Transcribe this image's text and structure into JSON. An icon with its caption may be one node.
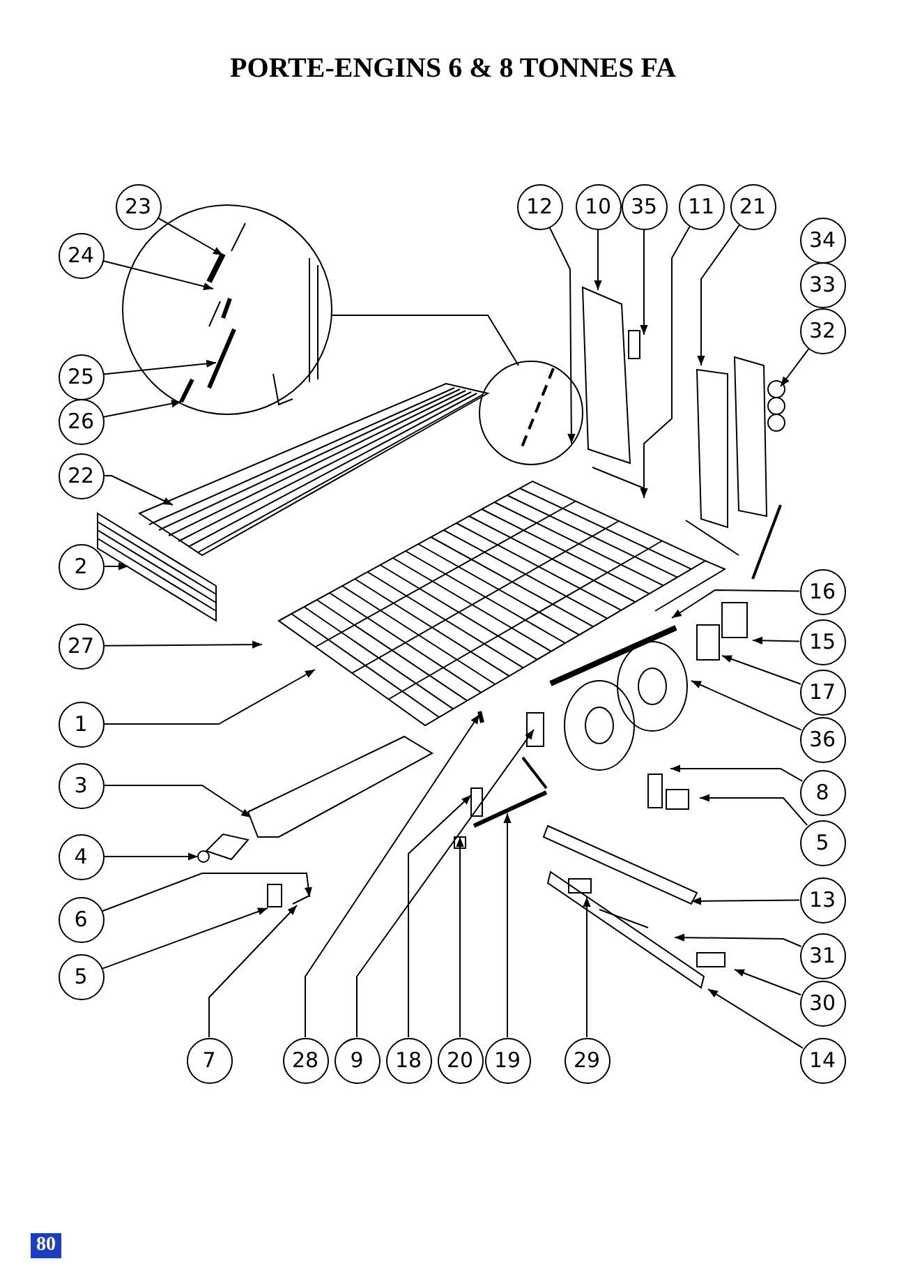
{
  "diagram": {
    "title": "PORTE-ENGINS 6 & 8 TONNES FA",
    "nodes": [
      {
        "text": [
          "23"
        ]
      },
      {
        "text": [
          "12"
        ]
      },
      {
        "text": [
          "10"
        ]
      },
      {
        "text": [
          "35"
        ]
      },
      {
        "text": [
          "11"
        ]
      },
      {
        "text": [
          "21"
        ]
      },
      {
        "text": [
          "34"
        ]
      },
      {
        "text": [
          "24"
        ]
      },
      {
        "text": [
          "33"
        ]
      },
      {
        "text": [
          "32"
        ]
      },
      {
        "text": [
          "25"
        ]
      },
      {
        "text": [
          "26"
        ]
      },
      {
        "text": [
          "22"
        ]
      },
      {
        "text": [
          "2"
        ]
      },
      {
        "text": [
          "16"
        ]
      },
      {
        "text": [
          "27"
        ]
      },
      {
        "text": [
          "15"
        ]
      },
      {
        "text": [
          "17"
        ]
      },
      {
        "text": [
          "1"
        ]
      },
      {
        "text": [
          "36"
        ]
      },
      {
        "text": [
          "3"
        ]
      },
      {
        "text": [
          "8"
        ]
      },
      {
        "text": [
          "4"
        ]
      },
      {
        "text": [
          "5"
        ]
      },
      {
        "text": [
          "13"
        ]
      },
      {
        "text": [
          "6"
        ]
      },
      {
        "text": [
          "31"
        ]
      },
      {
        "text": [
          "5"
        ]
      },
      {
        "text": [
          "30"
        ]
      },
      {
        "text": [
          "7"
        ]
      },
      {
        "text": [
          "28"
        ]
      },
      {
        "text": [
          "9"
        ]
      },
      {
        "text": [
          "18"
        ]
      },
      {
        "text": [
          "20"
        ]
      },
      {
        "text": [
          "19"
        ]
      },
      {
        "text": [
          "29"
        ]
      },
      {
        "text": [
          "14"
        ]
      }
    ],
    "edges": [
      {
        "from": 0,
        "to": null,
        "arrow": "to"
      },
      {
        "from": 1,
        "to": null,
        "arrow": "to"
      },
      {
        "from": 2,
        "to": null,
        "arrow": "to"
      },
      {
        "from": 3,
        "to": null,
        "arrow": "to"
      },
      {
        "from": 4,
        "to": null,
        "arrow": "to"
      },
      {
        "from": 5,
        "to": null,
        "arrow": "to"
      },
      {
        "from": 7,
        "to": null,
        "arrow": "to"
      },
      {
        "from": 9,
        "to": null,
        "arrow": "to"
      },
      {
        "from": 10,
        "to": null,
        "arrow": "to"
      },
      {
        "from": 11,
        "to": null,
        "arrow": "to"
      },
      {
        "from": 12,
        "to": null,
        "arrow": "to"
      },
      {
        "from": 13,
        "to": null,
        "arrow": "to"
      },
      {
        "from": 14,
        "to": null,
        "arrow": "to"
      },
      {
        "from": 15,
        "to": null,
        "arrow": "to"
      },
      {
        "from": 16,
        "to": null,
        "arrow": "to"
      },
      {
        "from": 17,
        "to": null,
        "arrow": "to"
      },
      {
        "from": 18,
        "to": null,
        "arrow": "to"
      },
      {
        "from": 19,
        "to": null,
        "arrow": "to"
      },
      {
        "from": 20,
        "to": null,
        "arrow": "to"
      },
      {
        "from": 21,
        "to": null,
        "arrow": "to"
      },
      {
        "from": 22,
        "to": null,
        "arrow": "to"
      },
      {
        "from": 23,
        "to": null,
        "arrow": "to"
      },
      {
        "from": 24,
        "to": null,
        "arrow": "to"
      },
      {
        "from": 25,
        "to": null,
        "arrow": "to"
      },
      {
        "from": 26,
        "to": null,
        "arrow": "to"
      },
      {
        "from": 27,
        "to": null,
        "arrow": "to"
      },
      {
        "from": 28,
        "to": null,
        "arrow": "to"
      },
      {
        "from": 29,
        "to": null,
        "arrow": "to"
      },
      {
        "from": 30,
        "to": null,
        "arrow": "to"
      },
      {
        "from": 31,
        "to": null,
        "arrow": "to"
      },
      {
        "from": 32,
        "to": null,
        "arrow": "to"
      },
      {
        "from": 33,
        "to": null,
        "arrow": "to"
      },
      {
        "from": 34,
        "to": null,
        "arrow": "to"
      },
      {
        "from": 35,
        "to": null,
        "arrow": "to"
      },
      {
        "from": 36,
        "to": null,
        "arrow": "to"
      }
    ],
    "labels": [
      "80"
    ]
  }
}
